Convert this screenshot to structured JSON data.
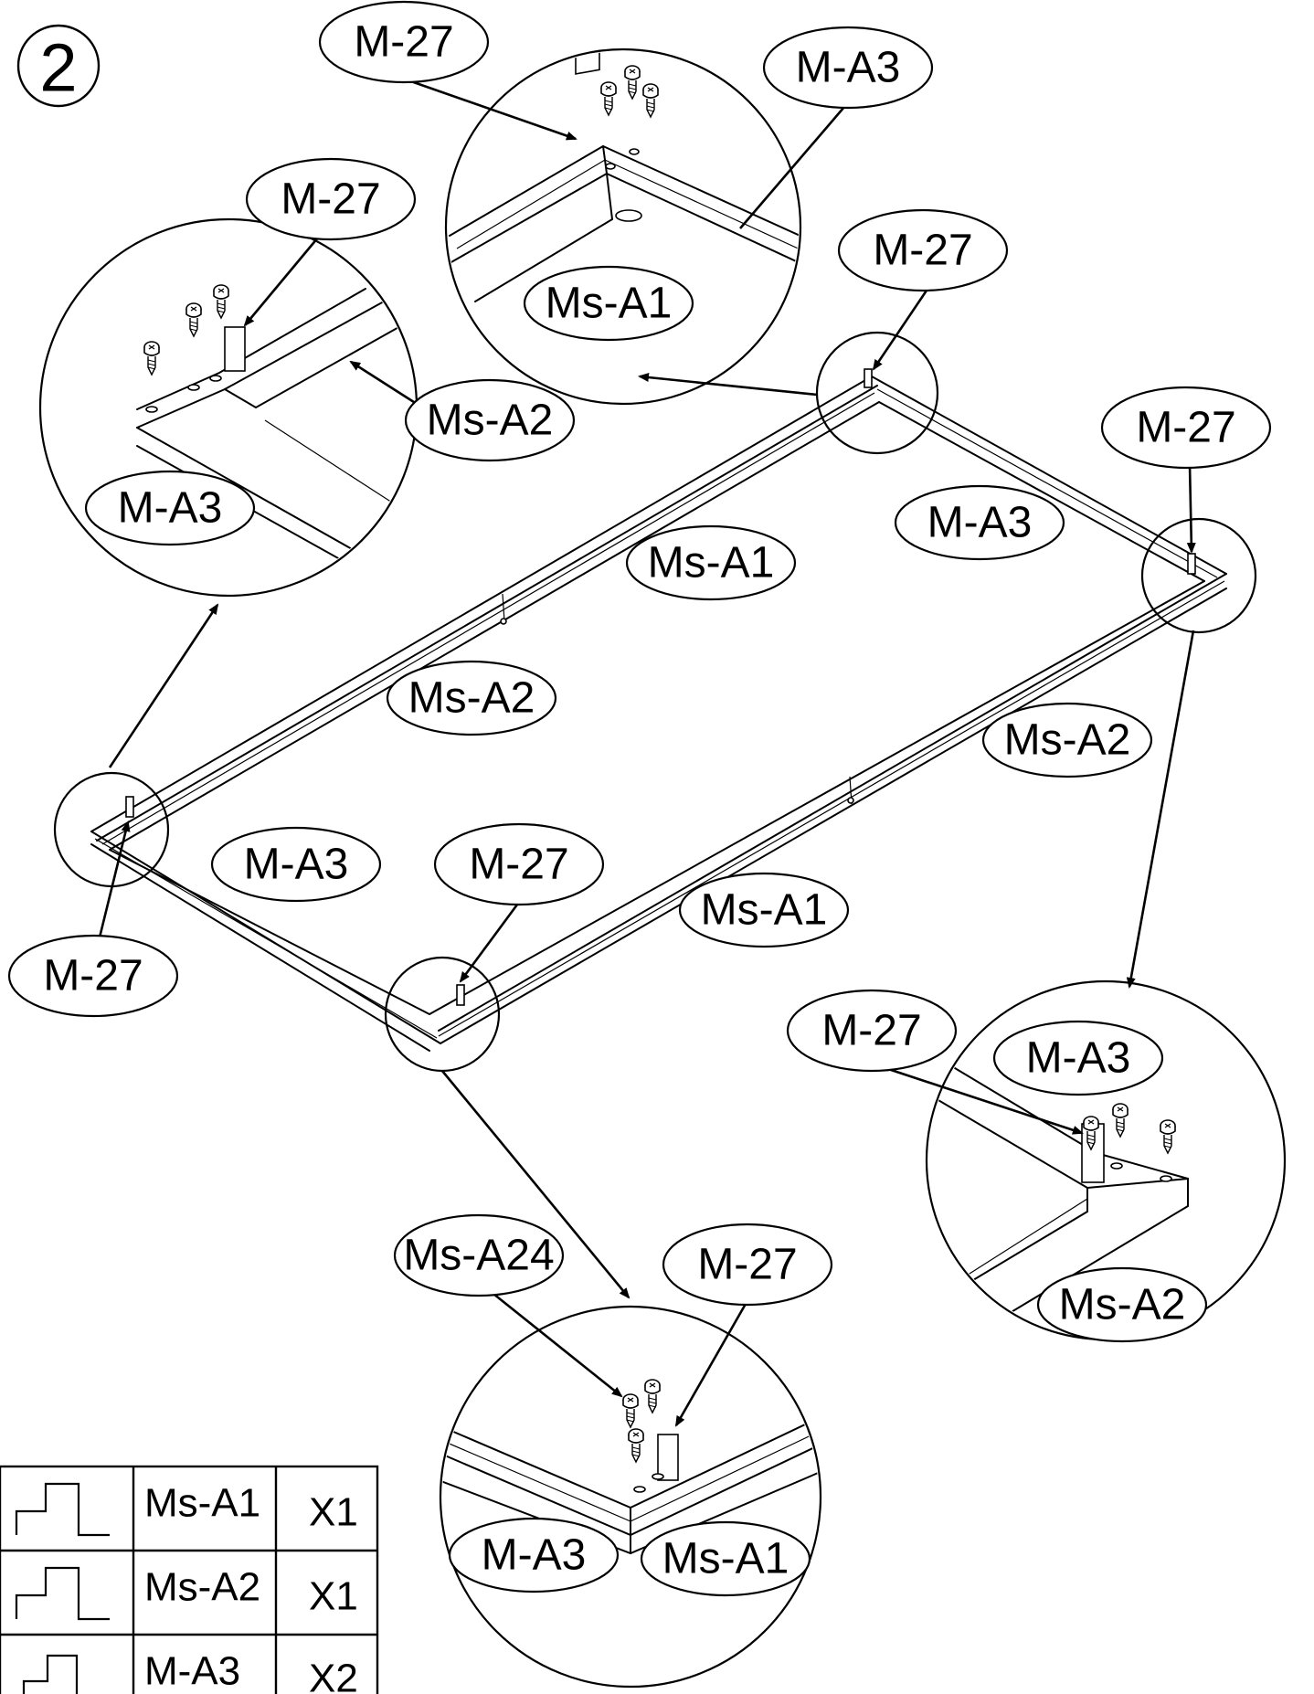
{
  "step_number": "2",
  "labels": {
    "callout_top_m27": "M-27",
    "callout_top_ma3": "M-A3",
    "callout_top_msa1": "Ms-A1",
    "callout_left_m27": "M-27",
    "callout_left_msa2": "Ms-A2",
    "callout_left_ma3": "M-A3",
    "frame_top_m27": "M-27",
    "frame_right_m27": "M-27",
    "frame_ma3_right": "M-A3",
    "frame_msa1_upper": "Ms-A1",
    "frame_msa2_upper": "Ms-A2",
    "frame_msa2_lower": "Ms-A2",
    "frame_ma3_left": "M-A3",
    "frame_m27_bottom": "M-27",
    "frame_msa1_lower": "Ms-A1",
    "frame_m27_left": "M-27",
    "callout_right_m27": "M-27",
    "callout_right_ma3": "M-A3",
    "callout_right_msa2": "Ms-A2",
    "callout_bottom_msa24": "Ms-A24",
    "callout_bottom_m27": "M-27",
    "callout_bottom_ma3": "M-A3",
    "callout_bottom_msa1": "Ms-A1"
  },
  "parts_table": {
    "rows": [
      {
        "icon": "profile-rail-icon",
        "part": "Ms-A1",
        "qty": "X1"
      },
      {
        "icon": "profile-rail-icon",
        "part": "Ms-A2",
        "qty": "X1"
      },
      {
        "icon": "profile-rail-icon",
        "part": "M-A3",
        "qty": "X2"
      }
    ]
  }
}
